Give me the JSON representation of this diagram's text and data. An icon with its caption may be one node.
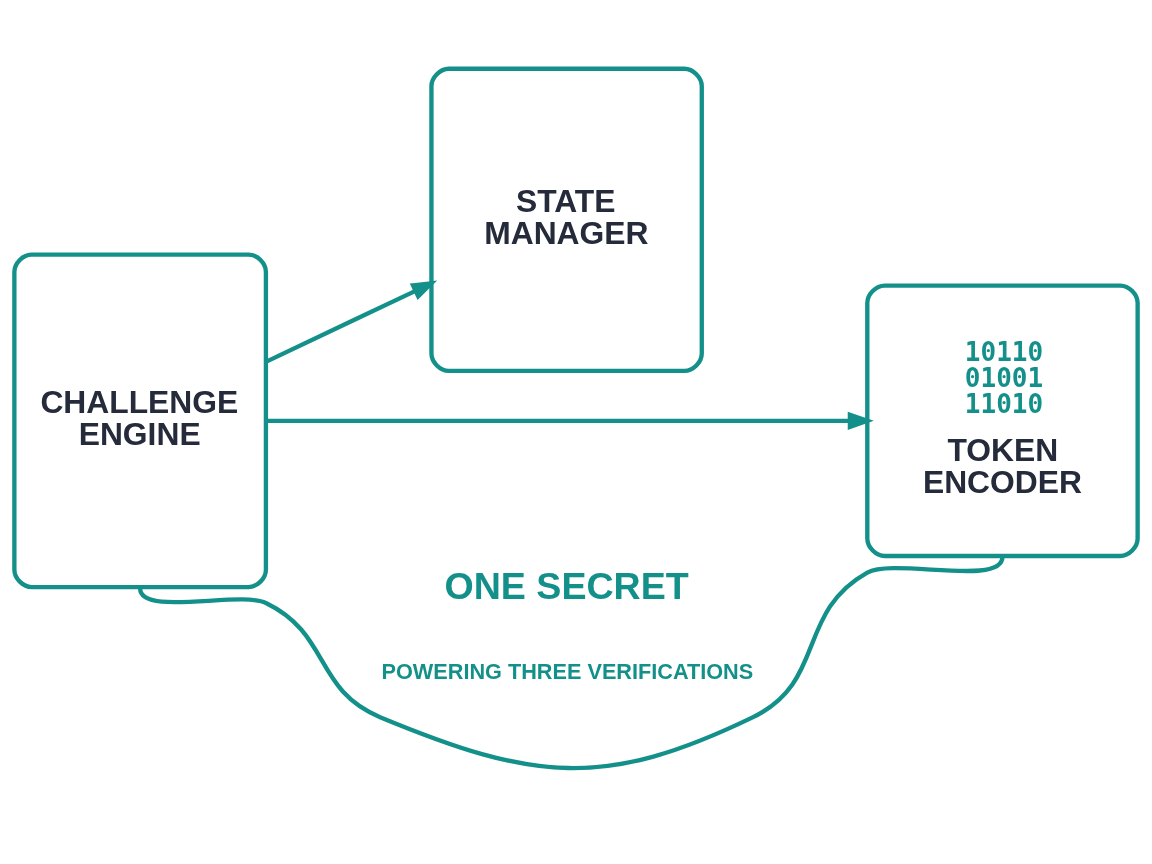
{
  "diagram": {
    "nodes": [
      {
        "text": [
          "CHALLENGE ENGINE"
        ]
      },
      {
        "text": [
          "STATE MANAGER"
        ]
      },
      {
        "text": [
          "10110 01001 11010",
          "TOKEN ENCODER"
        ]
      }
    ],
    "edges": [
      {
        "from": 0,
        "to": 1,
        "arrow": "to"
      },
      {
        "from": 0,
        "to": 2,
        "arrow": "to"
      },
      {
        "from": 0,
        "to": 2,
        "arrow": "none"
      }
    ],
    "labels": [
      "ONE SECRET",
      "POWERING THREE VERIFICATIONS"
    ]
  }
}
